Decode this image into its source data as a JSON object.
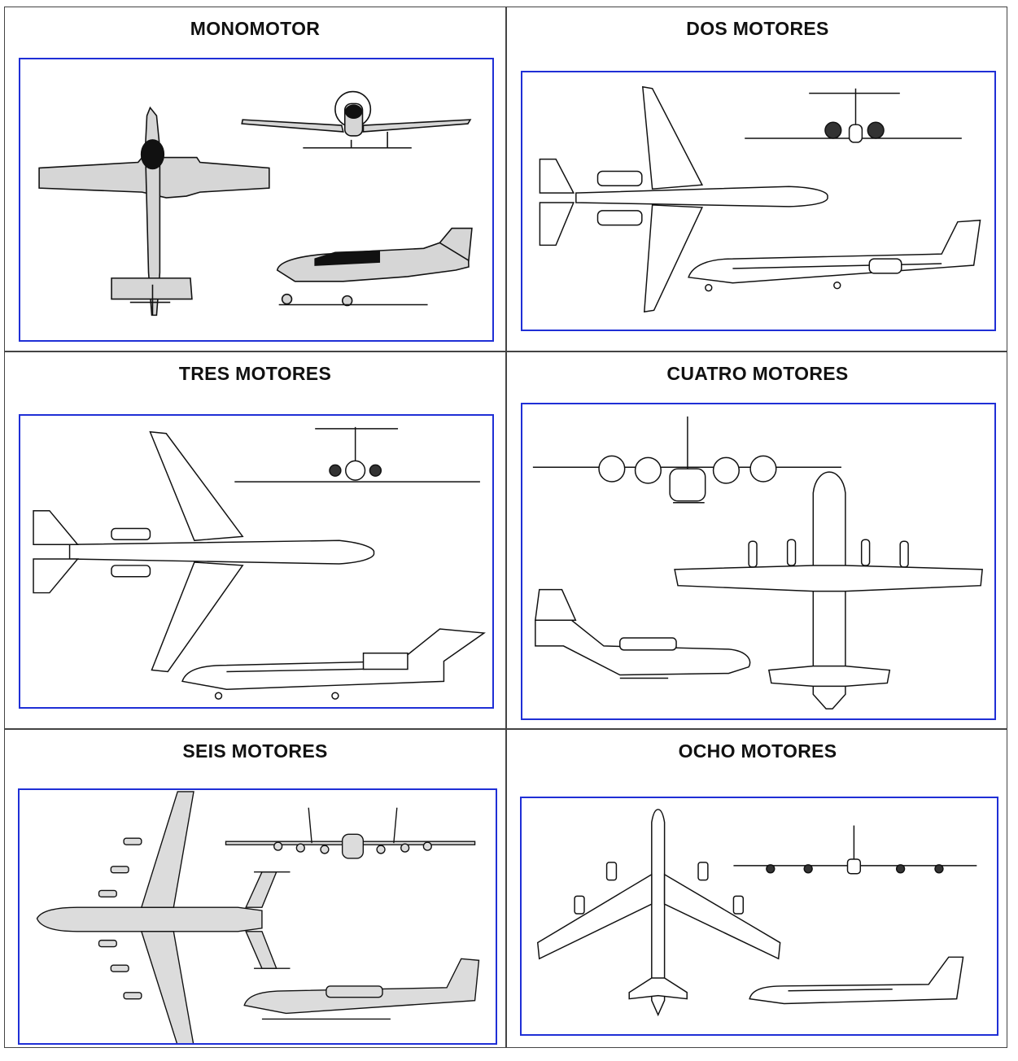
{
  "panels": [
    {
      "title": "MONOMOTOR",
      "icon": "single-engine-airplane-icon"
    },
    {
      "title": "DOS MOTORES",
      "icon": "twin-engine-jet-icon"
    },
    {
      "title": "TRES MOTORES",
      "icon": "tri-jet-airplane-icon"
    },
    {
      "title": "CUATRO MOTORES",
      "icon": "four-engine-turboprop-icon"
    },
    {
      "title": "SEIS MOTORES",
      "icon": "six-engine-cargo-jet-icon"
    },
    {
      "title": "OCHO MOTORES",
      "icon": "eight-engine-bomber-icon"
    }
  ],
  "colors": {
    "frame": "#1f2fd6",
    "grid": "#444444",
    "fill": "#d6d6d6",
    "stroke": "#111111"
  }
}
